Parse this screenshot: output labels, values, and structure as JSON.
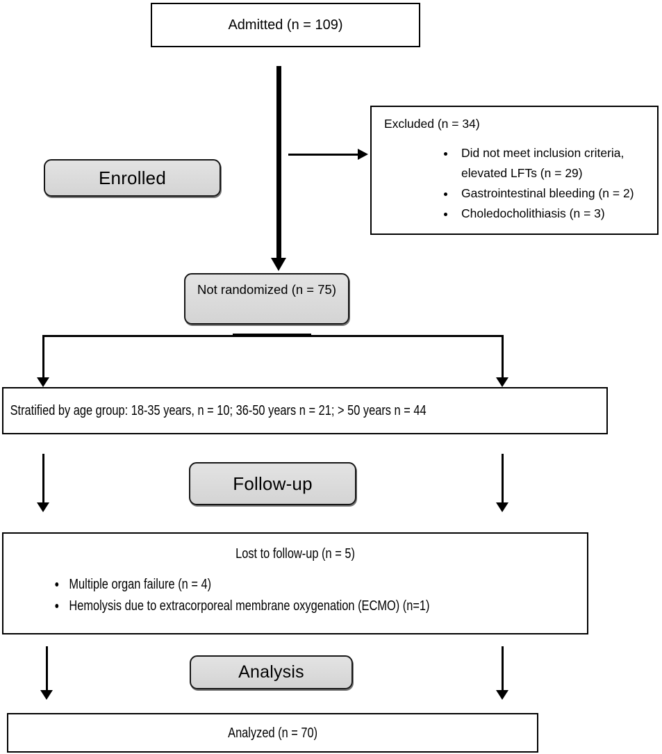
{
  "diagram": {
    "admitted": {
      "label": "Admitted (n = 109)"
    },
    "enrolled_stage": {
      "label": "Enrolled"
    },
    "excluded": {
      "title": "Excluded (n = 34)",
      "items": [
        "Did not meet inclusion criteria, elevated LFTs (n = 29)",
        "Gastrointestinal bleeding (n = 2)",
        "Choledocholithiasis  (n = 3)"
      ]
    },
    "not_randomized": {
      "label": "Not randomized (n = 75)"
    },
    "stratified": {
      "label": "Stratified by age group: 18-35 years, n = 10; 36-50 years n = 21; > 50 years n = 44"
    },
    "followup_stage": {
      "label": "Follow-up"
    },
    "lost_to_followup": {
      "title": "Lost to follow-up (n = 5)",
      "items": [
        "Multiple organ failure (n = 4)",
        "Hemolysis due to extracorporeal membrane oxygenation (ECMO) (n=1)"
      ]
    },
    "analysis_stage": {
      "label": "Analysis"
    },
    "analyzed": {
      "label": "Analyzed (n = 70)"
    },
    "colors": {
      "stage_fill": "#d9d9d9",
      "border": "#000000",
      "background": "#ffffff"
    }
  }
}
